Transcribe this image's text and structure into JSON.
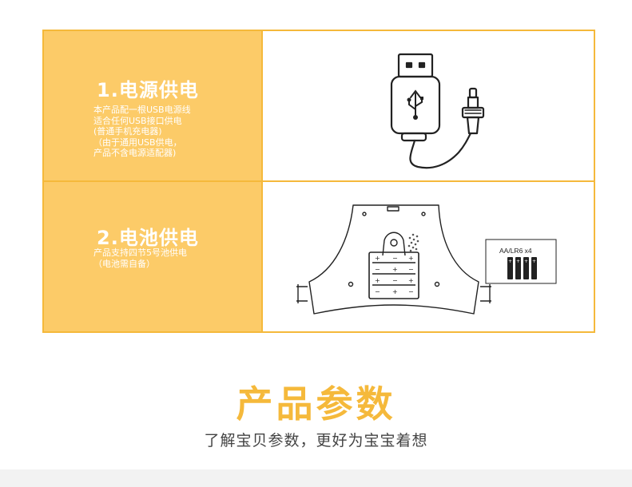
{
  "rows": [
    {
      "title": "1.电源供电",
      "desc": [
        "本产品配一根USB电源线",
        "适合任何USB接口供电",
        "(普通手机充电器)",
        "（由于通用USB供电，",
        "产品不含电源适配器)"
      ],
      "illustration": "usb-cable-icon"
    },
    {
      "title": "2.电池供电",
      "desc": [
        "产品支持四节5号池供电",
        "（电池需自备）"
      ],
      "illustration": "battery-compartment-icon",
      "battery_label": "AA/LR6 x4"
    }
  ],
  "section": {
    "heading": "产品参数",
    "subheading": "了解宝贝参数，更好为宝宝着想"
  },
  "colors": {
    "accent": "#f5b93b",
    "panel": "#fccb68",
    "text_dark": "#444444"
  }
}
